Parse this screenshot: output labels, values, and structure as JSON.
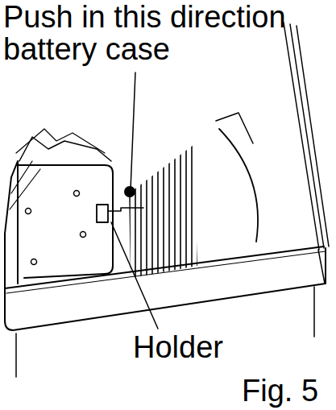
{
  "diagram": {
    "caption": "Fig. 5",
    "labels": [
      "Push in this direction battery case",
      "Holder"
    ]
  }
}
